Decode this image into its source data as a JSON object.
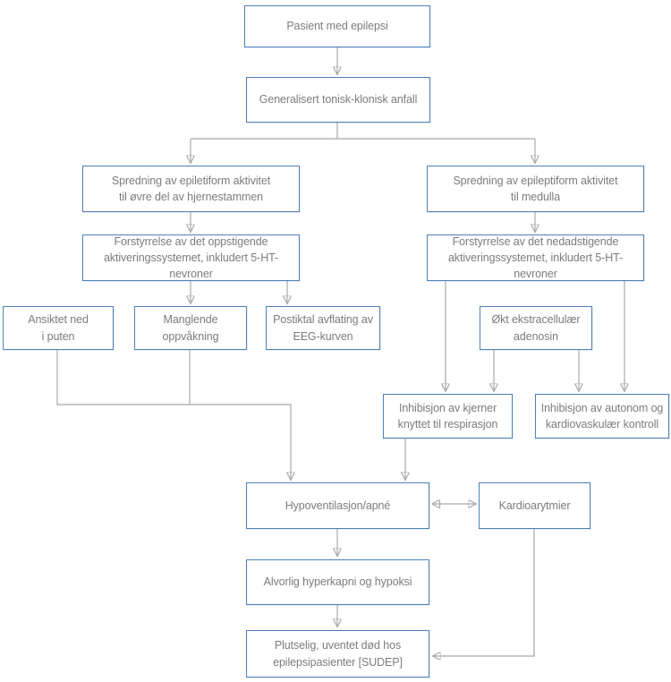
{
  "diagram": {
    "type": "flowchart",
    "language": "no",
    "colors": {
      "background": "#ffffff",
      "box_border": "#4d80ba",
      "box_fill": "#ffffff",
      "text": "#7b7c80",
      "connector_line": "#a9a9a9",
      "arrowhead": "#7d7d7d"
    },
    "nodes": {
      "pasient": {
        "label": "Pasient med epilepsi"
      },
      "gtk_anfall": {
        "label": "Generalisert tonisk-klonisk anfall"
      },
      "spredning_ovre": {
        "label": "Spredning av epiletiform aktivitet\ntil øvre del av hjernestammen"
      },
      "spredning_medulla": {
        "label": "Spredning av epileptiform aktivitet\ntil medulla"
      },
      "forstyrrelse_oppstigende": {
        "label": "Forstyrrelse av det oppstigende\naktiveringssystemet, inkludert 5-HT-nevroner"
      },
      "forstyrrelse_nedadstigende": {
        "label": "Forstyrrelse av det nedadstigende\naktiveringssystemet, inkludert 5-HT-nevroner"
      },
      "ansiktet_ned": {
        "label": "Ansiktet ned\ni puten"
      },
      "manglende_oppvakning": {
        "label": "Manglende\noppvåkning"
      },
      "postiktal_avflating": {
        "label": "Postiktal avflating av\nEEG-kurven"
      },
      "okt_adenosin": {
        "label": "Økt ekstracellulær\nadenosin"
      },
      "inhibisjon_respirasjon": {
        "label": "Inhibisjon av kjerner\nknyttet til respirasjon"
      },
      "inhibisjon_autonom": {
        "label": "Inhibisjon av autonom og\nkardiovaskulær kontroll"
      },
      "hypoventilasjon": {
        "label": "Hypoventilasjon/apné"
      },
      "kardioarytmier": {
        "label": "Kardioarytmier"
      },
      "alvorlig_hyperkapni": {
        "label": "Alvorlig hyperkapni og hypoksi"
      },
      "sudep": {
        "label": "Plutselig, uventet død hos\nepilepsipasienter [SUDEP]"
      }
    },
    "edges": [
      {
        "from": "pasient",
        "to": "gtk_anfall"
      },
      {
        "from": "gtk_anfall",
        "to": "spredning_ovre"
      },
      {
        "from": "gtk_anfall",
        "to": "spredning_medulla"
      },
      {
        "from": "spredning_ovre",
        "to": "forstyrrelse_oppstigende"
      },
      {
        "from": "spredning_medulla",
        "to": "forstyrrelse_nedadstigende"
      },
      {
        "from": "forstyrrelse_oppstigende",
        "to": "manglende_oppvakning"
      },
      {
        "from": "forstyrrelse_oppstigende",
        "to": "postiktal_avflating"
      },
      {
        "from": "forstyrrelse_nedadstigende",
        "to": "inhibisjon_respirasjon"
      },
      {
        "from": "forstyrrelse_nedadstigende",
        "to": "inhibisjon_autonom"
      },
      {
        "from": "okt_adenosin",
        "to": "inhibisjon_respirasjon"
      },
      {
        "from": "okt_adenosin",
        "to": "inhibisjon_autonom"
      },
      {
        "from": "ansiktet_ned",
        "to": "hypoventilasjon"
      },
      {
        "from": "manglende_oppvakning",
        "to": "hypoventilasjon"
      },
      {
        "from": "inhibisjon_respirasjon",
        "to": "hypoventilasjon"
      },
      {
        "from": "hypoventilasjon",
        "to": "kardioarytmier",
        "bidirectional": true
      },
      {
        "from": "hypoventilasjon",
        "to": "alvorlig_hyperkapni"
      },
      {
        "from": "alvorlig_hyperkapni",
        "to": "sudep"
      },
      {
        "from": "kardioarytmier",
        "to": "sudep"
      }
    ]
  }
}
